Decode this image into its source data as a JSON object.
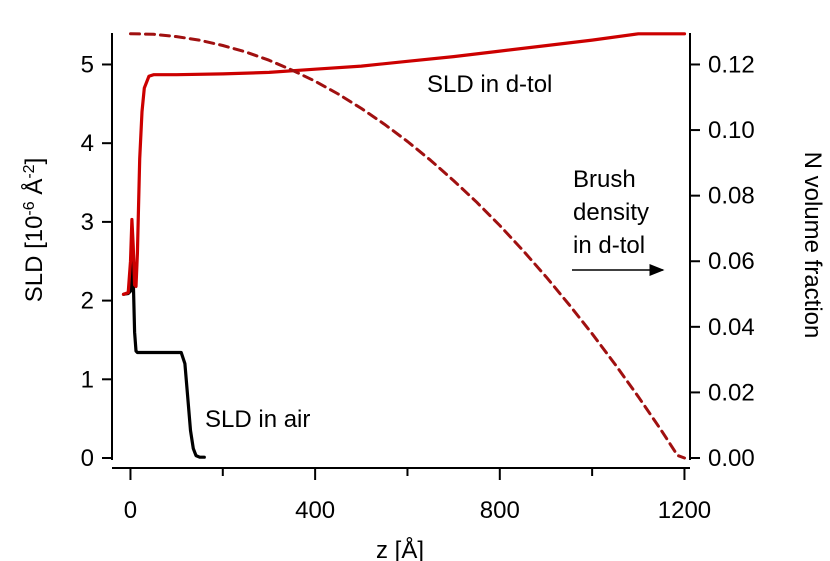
{
  "chart_data": {
    "type": "line",
    "x_axis": {
      "label": "z [Å]",
      "range": [
        -40,
        1212
      ],
      "ticks": [
        0,
        400,
        800,
        1200
      ],
      "tick_labels": [
        "0",
        "400",
        "800",
        "1200"
      ],
      "minor_ticks": [
        200,
        600,
        1000
      ]
    },
    "y_axis_left": {
      "label_main": "SLD [10",
      "label_sup1": "-6",
      "label_mid": " Å",
      "label_sup2": "-2",
      "label_end": "]",
      "range": [
        0,
        5.4
      ],
      "ticks": [
        0,
        1,
        2,
        3,
        4,
        5
      ],
      "tick_labels": [
        "0",
        "1",
        "2",
        "3",
        "4",
        "5"
      ]
    },
    "y_axis_right": {
      "label": "N volume fraction",
      "range": [
        0,
        0.1296
      ],
      "ticks": [
        0,
        0.02,
        0.04,
        0.06,
        0.08,
        0.1,
        0.12
      ],
      "tick_labels": [
        "0.00",
        "0.02",
        "0.04",
        "0.06",
        "0.08",
        "0.10",
        "0.12"
      ]
    },
    "series": [
      {
        "name": "SLD in air",
        "axis": "left",
        "color": "#000000",
        "style": "solid",
        "x": [
          -15,
          -5,
          0,
          3,
          6,
          9,
          12,
          15,
          20,
          30,
          60,
          100,
          110,
          118,
          125,
          130,
          136,
          142,
          150,
          160
        ],
        "y": [
          2.08,
          2.09,
          2.12,
          2.75,
          2.3,
          1.6,
          1.36,
          1.34,
          1.34,
          1.34,
          1.34,
          1.34,
          1.34,
          1.2,
          0.7,
          0.35,
          0.12,
          0.03,
          0.01,
          0.01
        ]
      },
      {
        "name": "SLD in d-tol",
        "axis": "left",
        "color": "#cc0000",
        "style": "solid",
        "x": [
          -15,
          -5,
          0,
          3,
          6,
          9,
          12,
          15,
          20,
          25,
          30,
          40,
          50,
          100,
          200,
          300,
          400,
          500,
          600,
          700,
          800,
          900,
          1000,
          1100,
          1200
        ],
        "y": [
          2.08,
          2.1,
          2.5,
          3.03,
          2.7,
          2.2,
          2.18,
          2.6,
          3.8,
          4.4,
          4.7,
          4.85,
          4.87,
          4.87,
          4.88,
          4.9,
          4.94,
          4.98,
          5.04,
          5.1,
          5.17,
          5.24,
          5.31,
          5.39,
          5.39
        ]
      },
      {
        "name": "Brush density in d-tol",
        "axis": "right",
        "color": "#a01010",
        "style": "dashed",
        "x": [
          0,
          50,
          100,
          150,
          200,
          250,
          300,
          350,
          400,
          450,
          500,
          550,
          600,
          650,
          700,
          750,
          800,
          850,
          900,
          950,
          1000,
          1050,
          1100,
          1150,
          1185,
          1200
        ],
        "y": [
          0.1294,
          0.1292,
          0.1285,
          0.1274,
          0.1258,
          0.1238,
          0.1213,
          0.1183,
          0.1149,
          0.111,
          0.1066,
          0.1018,
          0.0965,
          0.0908,
          0.0846,
          0.078,
          0.0709,
          0.0633,
          0.0553,
          0.0468,
          0.0379,
          0.0285,
          0.0187,
          0.0084,
          0.0008,
          0.0
        ]
      }
    ],
    "annotations": {
      "sld_air": "SLD in air",
      "sld_dtol": "SLD in d-tol",
      "brush_line1": "Brush",
      "brush_line2": "density",
      "brush_line3": "in d-tol"
    }
  }
}
